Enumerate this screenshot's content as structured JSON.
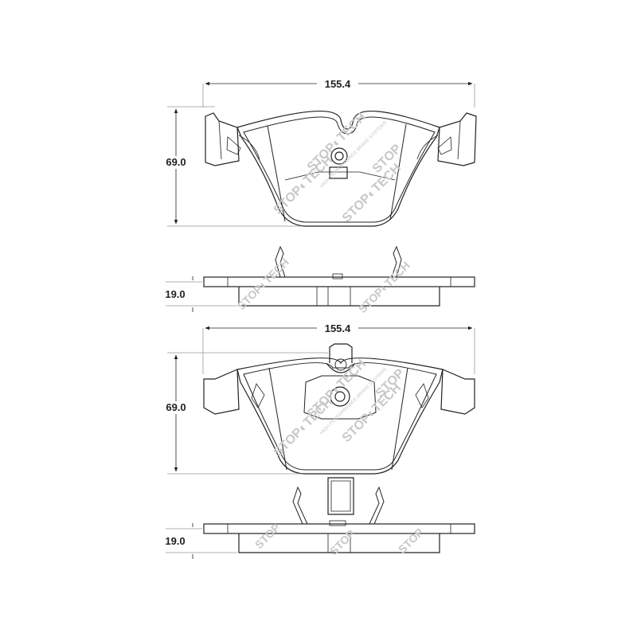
{
  "drawing": {
    "top_pad": {
      "width_label": "155.4",
      "height_label": "69.0",
      "thickness_label": "19.0"
    },
    "bottom_pad": {
      "width_label": "155.4",
      "height_label": "69.0",
      "thickness_label": "19.0"
    }
  },
  "watermark": {
    "brand_left": "STOP",
    "brand_right": "TECH",
    "tagline": "HIGH PERFORMANCE BRAKE SYSTEMS"
  },
  "colors": {
    "line": "#222222",
    "watermark": "#c8c8c8"
  }
}
